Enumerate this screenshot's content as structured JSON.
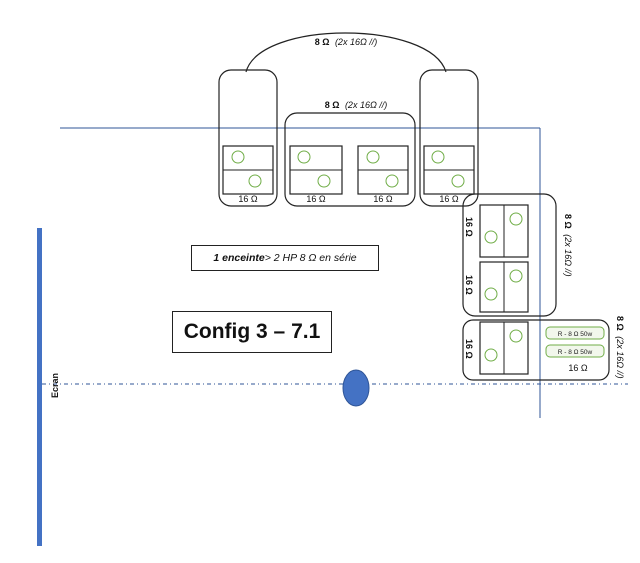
{
  "diagram": {
    "config_title": "Config 3 – 7.1",
    "note": {
      "bold": "1 enceinte",
      "rest": " > 2 HP 8 Ω en série"
    },
    "screen_label": "Ecran",
    "arc_label": {
      "main": "8 Ω",
      "detail": "(2x 16Ω //)"
    },
    "center_group_label": {
      "main": "8 Ω",
      "detail": "(2x 16Ω //)"
    },
    "side_group_label": {
      "main": "8 Ω",
      "detail": "(2x 16Ω //)"
    },
    "rear_group_label": {
      "main": "8 Ω",
      "detail": "(2x 16Ω //)"
    },
    "speaker_impedance": "16 Ω",
    "speaker_impedance_rot": "16 Ω",
    "resistor_label": "R - 8 Ω 50w",
    "rear_impedance": "16 Ω",
    "colors": {
      "screen": "#4472c4",
      "listener": "#4472c4",
      "lines": "#2f5597",
      "driver_circle": "#70ad47"
    }
  }
}
